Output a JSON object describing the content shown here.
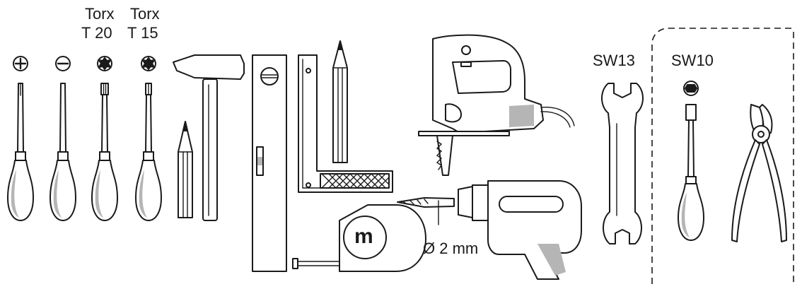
{
  "labels": {
    "torx20_line1": "Torx",
    "torx20_line2": "T 20",
    "torx15_line1": "Torx",
    "torx15_line2": "T 15",
    "wrench": "SW13",
    "nut_driver": "SW10",
    "drill_bit": "Ø 2 mm",
    "tape_badge": "m"
  },
  "tools": [
    "phillips-screwdriver",
    "flathead-screwdriver",
    "torx-t20-screwdriver",
    "torx-t15-screwdriver",
    "pencil",
    "hammer",
    "spirit-level",
    "try-square",
    "pencil",
    "jigsaw",
    "tape-measure",
    "drill",
    "drill-bit",
    "open-end-wrench",
    "nut-driver",
    "side-cutters"
  ],
  "colors": {
    "ink": "#1a1a1a",
    "shade": "#b5b5b5",
    "paper": "#ffffff"
  }
}
